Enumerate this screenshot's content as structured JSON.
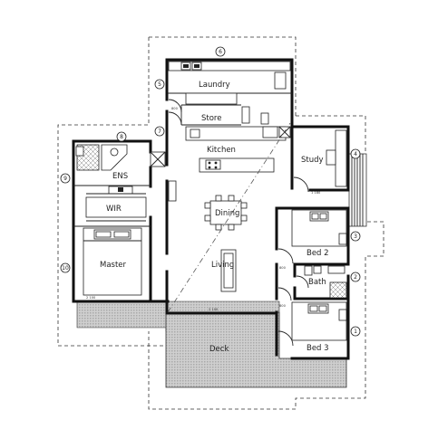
{
  "rooms": {
    "laundry": "Laundry",
    "store": "Store",
    "kitchen": "Kitchen",
    "study": "Study",
    "ens": "ENS",
    "wir": "WIR",
    "dining": "Dining",
    "living": "Living",
    "master": "Master",
    "bed2": "Bed 2",
    "bath": "Bath",
    "bed3": "Bed 3",
    "deck": "Deck"
  },
  "zones": {
    "z1": "1",
    "z2": "2",
    "z3": "3",
    "z4": "4",
    "z5": "5",
    "z6": "6",
    "z7": "7",
    "z8": "8",
    "z9": "9",
    "z10": "10"
  },
  "colors": {
    "deck_fill": "#c8c8c8",
    "wall": "#111111"
  }
}
